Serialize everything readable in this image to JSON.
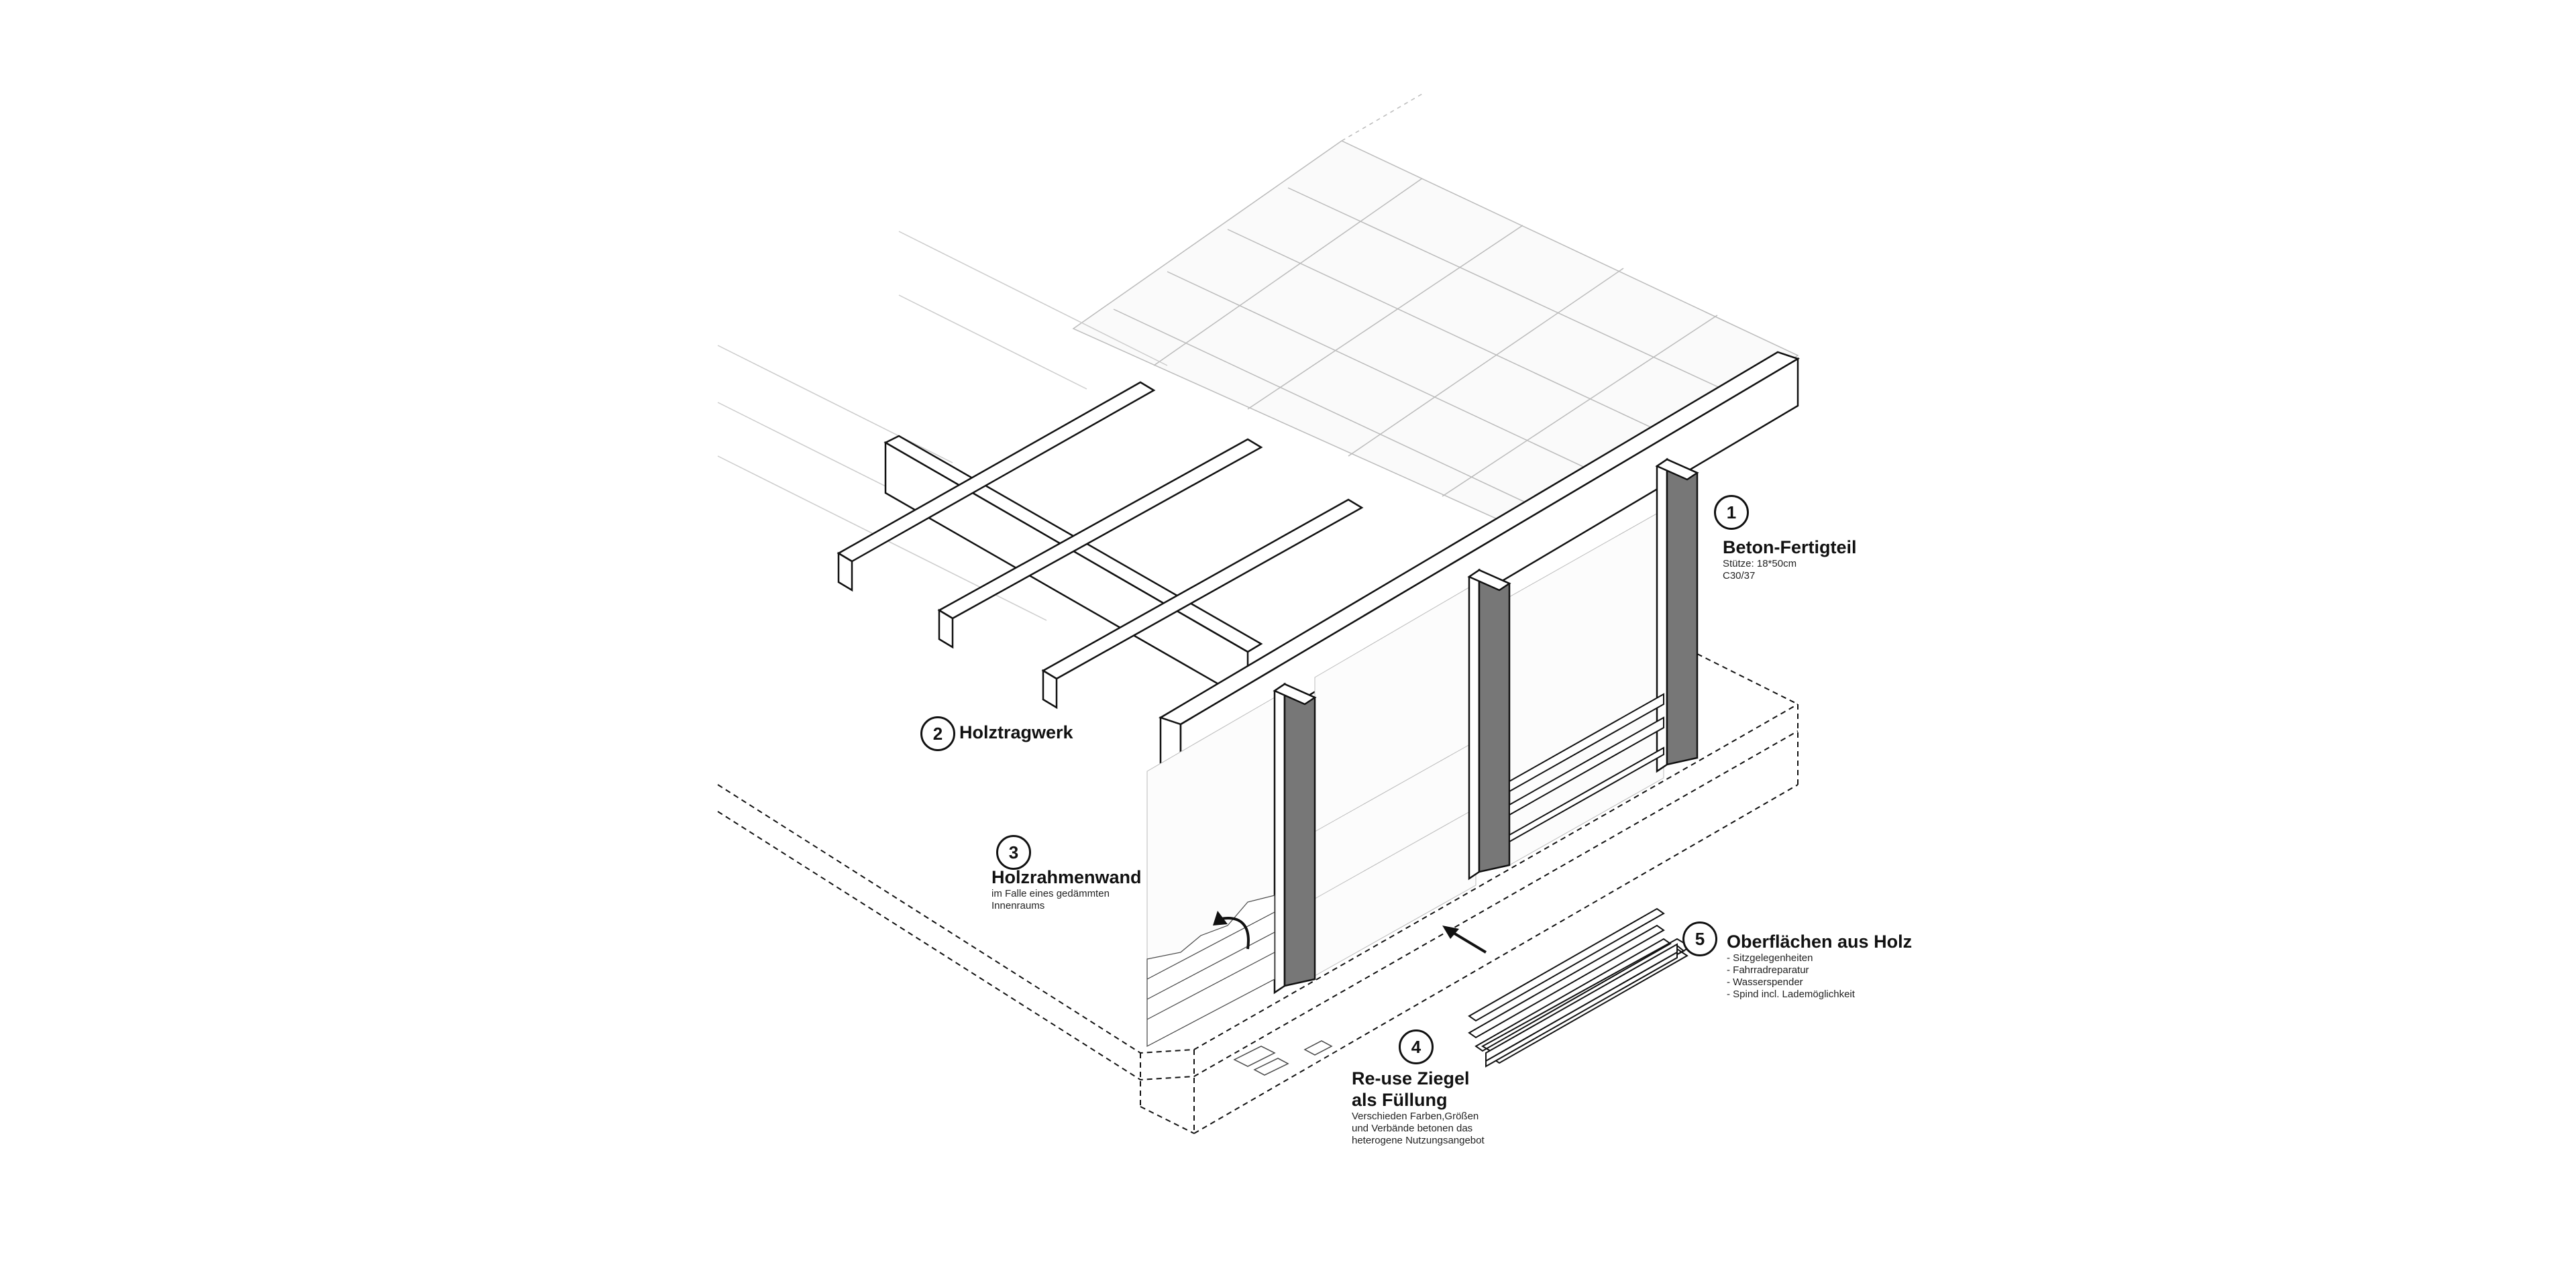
{
  "annotations": {
    "a1": {
      "number": "1",
      "title": "Beton-Fertigteil",
      "lines": [
        "Stütze: 18*50cm",
        "C30/37"
      ]
    },
    "a2": {
      "number": "2",
      "title": "Holztragwerk"
    },
    "a3": {
      "number": "3",
      "title": "Holzrahmenwand",
      "lines": [
        "im Falle eines gedämmten",
        "Innenraums"
      ]
    },
    "a4": {
      "number": "4",
      "title_line1": "Re-use Ziegel",
      "title_line2": "als Füllung",
      "lines": [
        "Verschieden Farben,Größen",
        "und Verbände betonen das",
        "heterogene Nutzungsangebot"
      ]
    },
    "a5": {
      "number": "5",
      "title": "Oberflächen aus Holz",
      "lines": [
        "- Sitzgelegenheiten",
        "- Fahrradreparatur",
        "- Wasserspender",
        "- Spind incl. Lademöglichkeit"
      ]
    }
  }
}
